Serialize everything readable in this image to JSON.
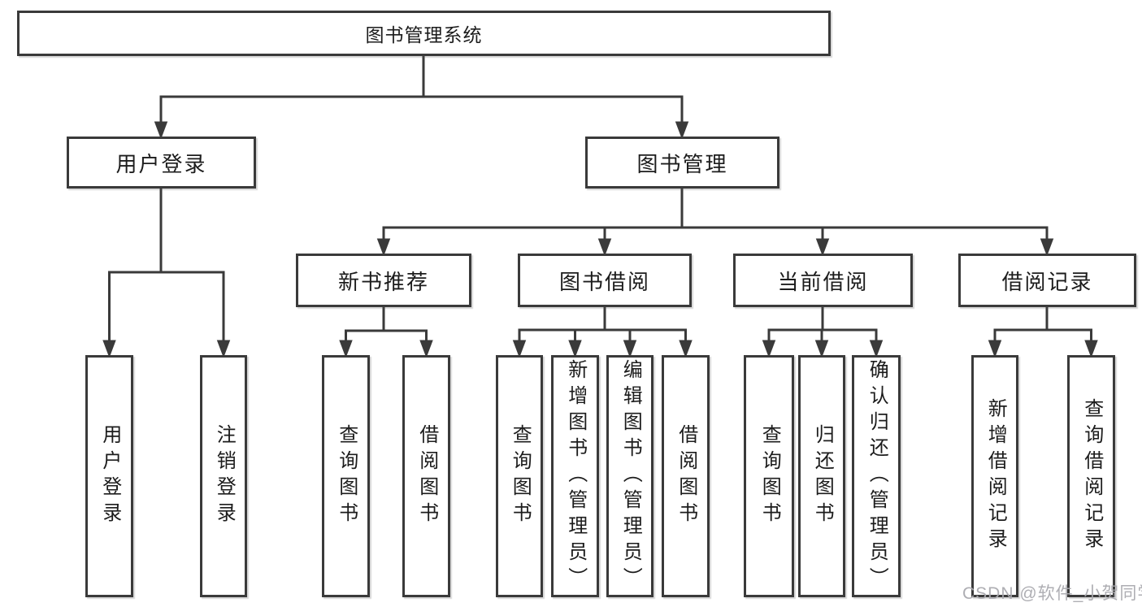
{
  "tree": {
    "root": {
      "label": "图书管理系统"
    },
    "branches": [
      {
        "label": "用户登录",
        "children": [
          {
            "label": "用户登录"
          },
          {
            "label": "注销登录"
          }
        ]
      },
      {
        "label": "图书管理",
        "children": [
          {
            "label": "新书推荐",
            "children": [
              {
                "label": "查询图书"
              },
              {
                "label": "借阅图书"
              }
            ]
          },
          {
            "label": "图书借阅",
            "children": [
              {
                "label": "查询图书"
              },
              {
                "label": "新增图书（管理员）"
              },
              {
                "label": "编辑图书（管理员）"
              },
              {
                "label": "借阅图书"
              }
            ]
          },
          {
            "label": "当前借阅",
            "children": [
              {
                "label": "查询图书"
              },
              {
                "label": "归还图书"
              },
              {
                "label": "确认归还（管理员）"
              }
            ]
          },
          {
            "label": "借阅记录",
            "children": [
              {
                "label": "新增借阅记录"
              },
              {
                "label": "查询借阅记录"
              }
            ]
          }
        ]
      }
    ]
  },
  "watermark": {
    "text": "CSDN @软件_小贺同学"
  },
  "colors": {
    "line": "#3a3a3a",
    "text": "#1c1c1c",
    "watermark": "#aaaaaf",
    "background": "#ffffff"
  }
}
